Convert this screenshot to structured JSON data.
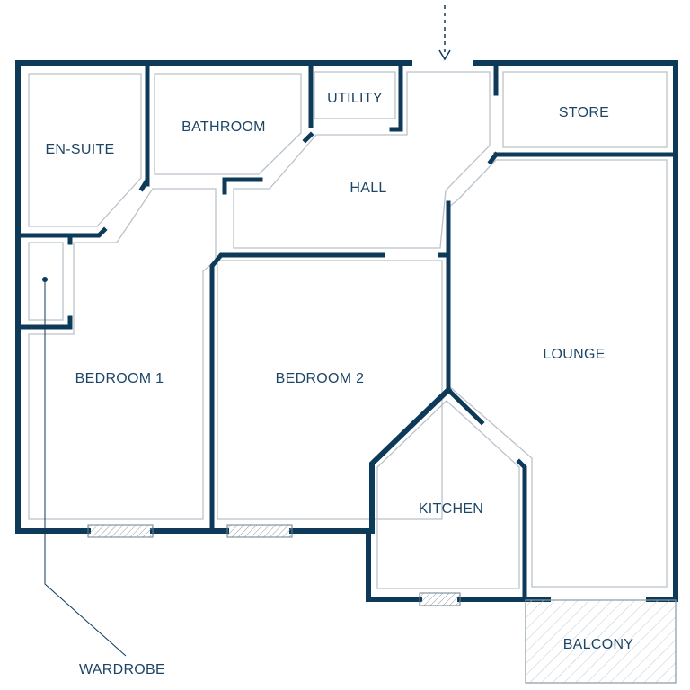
{
  "rooms": {
    "en_suite": "EN-SUITE",
    "bathroom": "BATHROOM",
    "utility": "UTILITY",
    "store": "STORE",
    "hall": "HALL",
    "bedroom1": "BEDROOM 1",
    "bedroom2": "BEDROOM 2",
    "lounge": "LOUNGE",
    "kitchen": "KITCHEN",
    "balcony": "BALCONY"
  },
  "callouts": {
    "wardrobe": "WARDROBE"
  },
  "colors": {
    "wall": "#0e3a5a",
    "label": "#1d4566",
    "inner_outline": "#b9c2ca"
  }
}
